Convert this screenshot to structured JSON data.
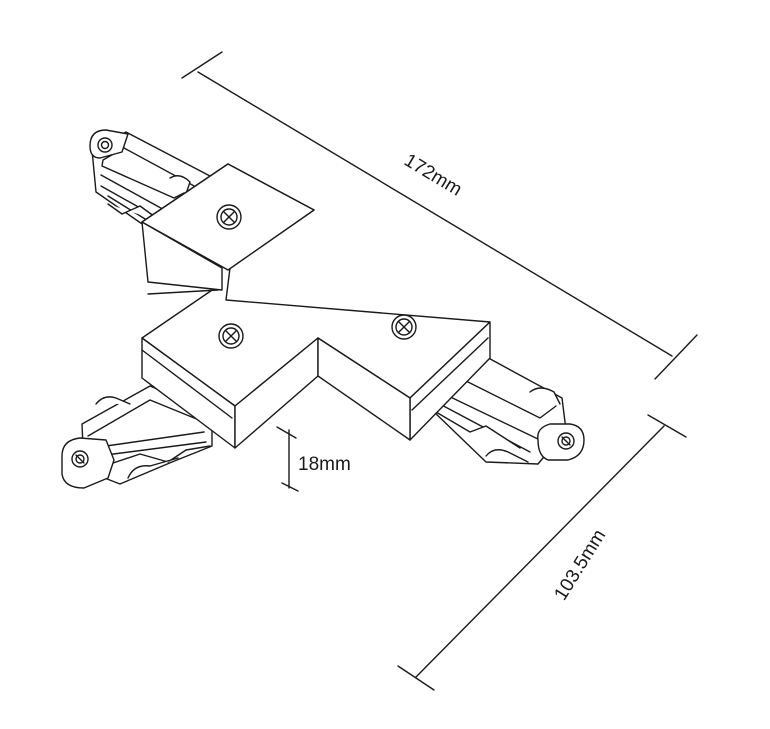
{
  "dimensions": {
    "length": "172mm",
    "width": "103.5mm",
    "height": "18mm"
  },
  "colors": {
    "line": "#1a1a1a",
    "fill": "#ffffff",
    "background": "#ffffff"
  },
  "icons": [
    "screw-head-icon",
    "mounting-tab-icon"
  ]
}
